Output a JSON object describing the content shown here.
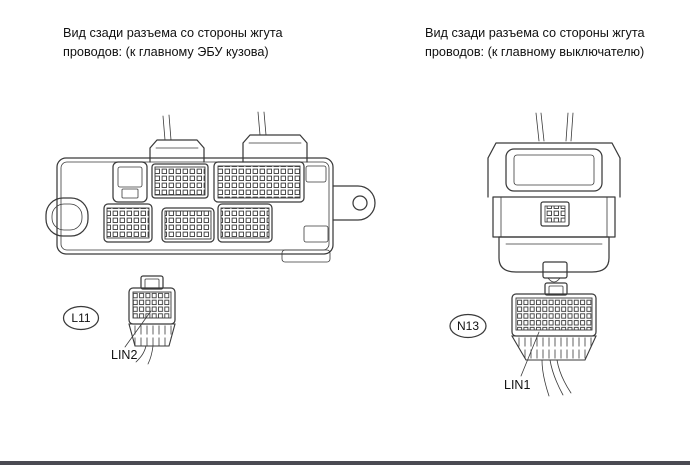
{
  "canvas": {
    "background": "#ffffff",
    "ink_color": "#3a3a3a",
    "text_color": "#111111",
    "bottom_bar_color": "#4a4a52"
  },
  "left": {
    "caption": "Вид сзади разъема со стороны жгута\nпроводов: (к главному ЭБУ кузова)",
    "connector_id": "L11",
    "pin_label": "LIN2"
  },
  "right": {
    "caption": "Вид сзади разъема со стороны жгута\nпроводов: (к главному выключателю)",
    "connector_id": "N13",
    "pin_label": "LIN1"
  }
}
